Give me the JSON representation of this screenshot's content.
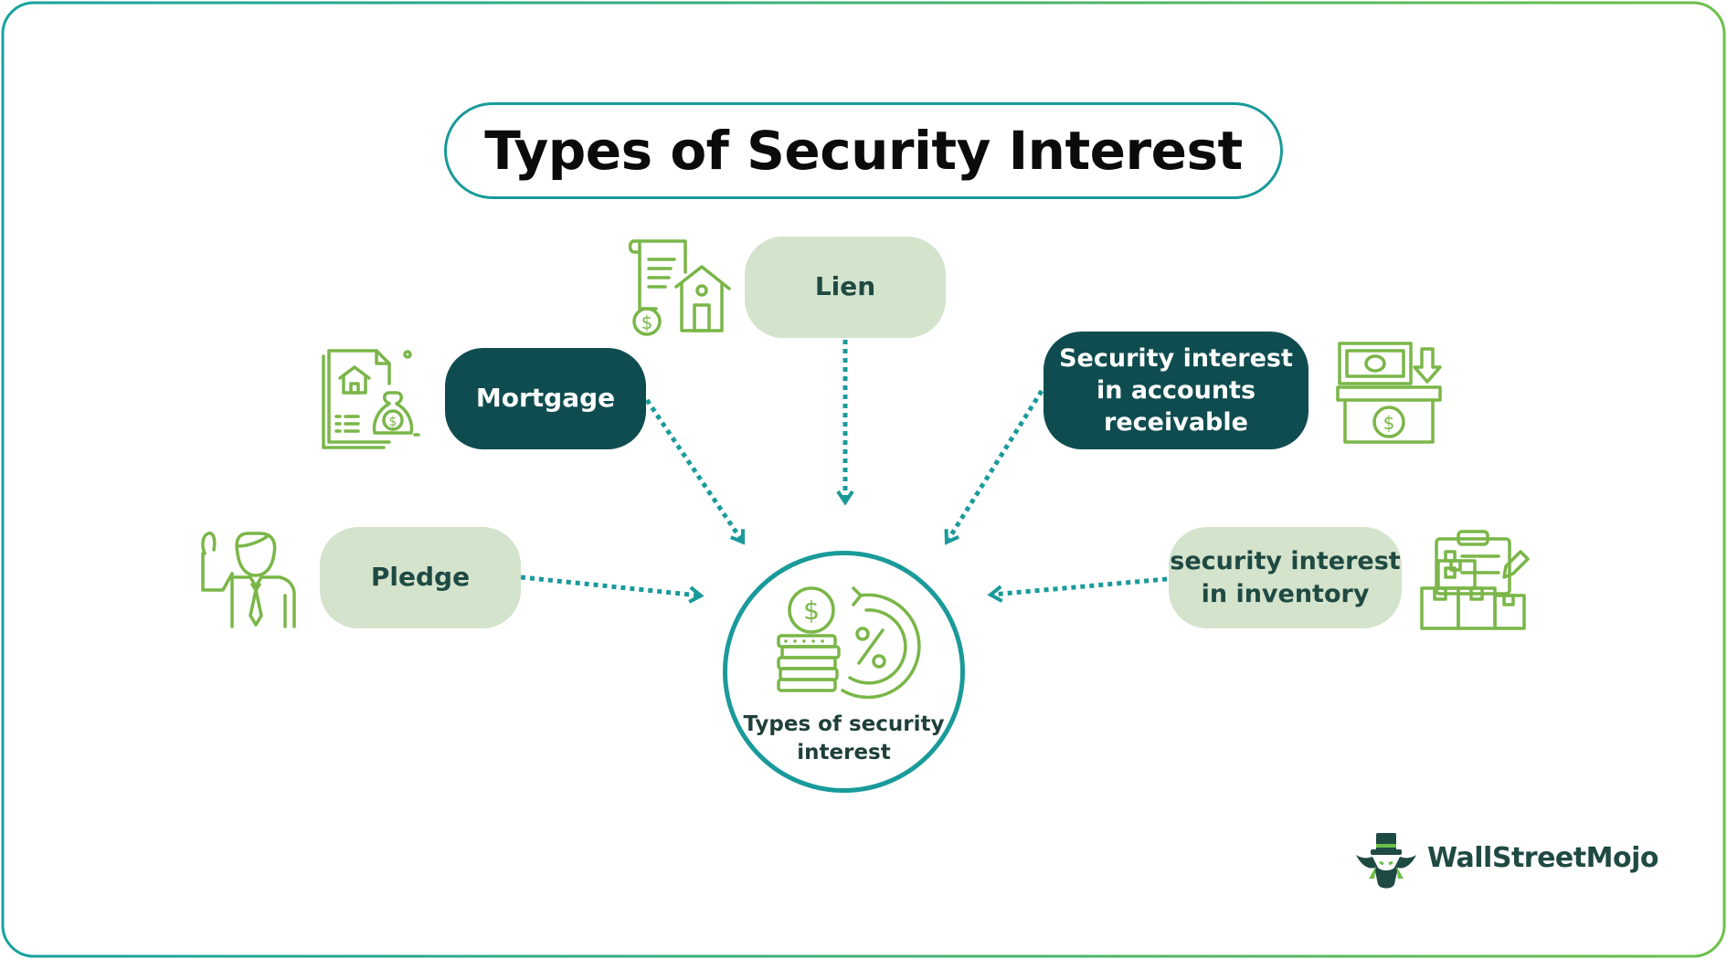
{
  "title": "Types of Security Interest",
  "center": {
    "line1": "Types of security",
    "line2": "interest"
  },
  "nodes": {
    "lien": {
      "label": "Lien"
    },
    "mortgage": {
      "label": "Mortgage"
    },
    "pledge": {
      "label": "Pledge"
    },
    "accounts_receivable": {
      "line1": "Security interest",
      "line2": "in accounts",
      "line3": "receivable"
    },
    "inventory": {
      "line1": "security interest",
      "line2": "in inventory"
    }
  },
  "logo": {
    "brand": "WallStreetMojo"
  },
  "colors": {
    "accent": "#1a9a9a",
    "light_node": "#d4e3cc",
    "dark_node": "#0f4c4f",
    "icon_green": "#7ab648",
    "text_dark": "#1f4a43"
  },
  "icons": {
    "lien": "document-house-icon",
    "mortgage": "mortgage-document-moneybag-icon",
    "pledge": "person-raising-hand-icon",
    "accounts_receivable": "cash-register-icon",
    "inventory": "inventory-clipboard-boxes-icon",
    "center": "coins-percentage-icon"
  }
}
